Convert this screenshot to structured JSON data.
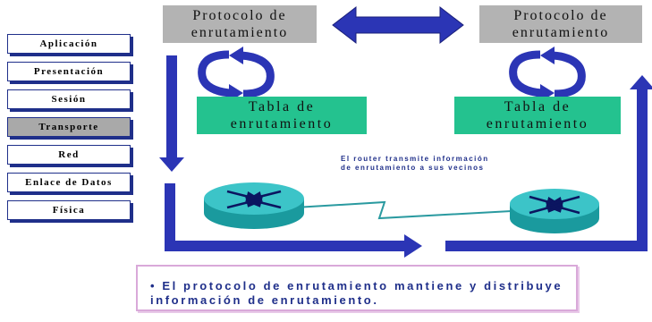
{
  "osi_layers": [
    {
      "label": "Aplicación",
      "active": false
    },
    {
      "label": "Presentación",
      "active": false
    },
    {
      "label": "Sesión",
      "active": false
    },
    {
      "label": "Transporte",
      "active": true
    },
    {
      "label": "Red",
      "active": false
    },
    {
      "label": "Enlace de Datos",
      "active": false
    },
    {
      "label": "Física",
      "active": false
    }
  ],
  "left_protocol": {
    "line1": "Protocolo de",
    "line2": "enrutamiento"
  },
  "right_protocol": {
    "line1": "Protocolo de",
    "line2": "enrutamiento"
  },
  "left_table": {
    "line1": "Tabla de",
    "line2": "enrutamiento"
  },
  "right_table": {
    "line1": "Tabla de",
    "line2": "enrutamiento"
  },
  "router_note": "El router transmite información de enrutamiento a sus vecinos",
  "summary": "• El protocolo de enrutamiento mantiene y distribuye información de enrutamiento.",
  "colors": {
    "arrow": "#2b35b5",
    "arrow_dark": "#1a1f7a",
    "protocol_box": "#b3b3b3",
    "table_box": "#24c28f",
    "router": "#1a9a9e",
    "router_top": "#3cc4c8",
    "link": "#2a9aa0",
    "text_blue": "#1f2f8a"
  },
  "icons": [
    "double-arrow-icon",
    "cycle-arrows-icon",
    "router-icon"
  ]
}
